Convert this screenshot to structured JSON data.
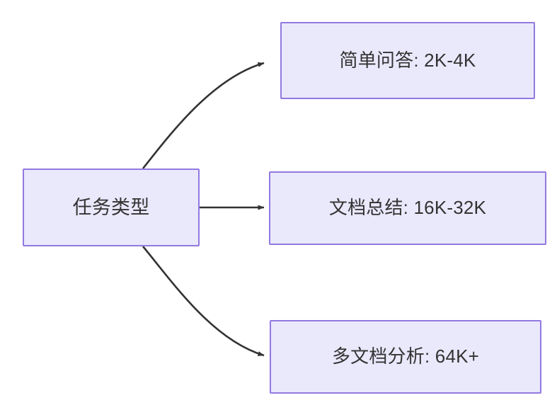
{
  "diagram": {
    "type": "flowchart",
    "direction": "left-to-right",
    "background_color": "#ffffff",
    "node_fill_color": "#eae8fb",
    "node_border_color": "#9179e0",
    "node_text_color": "#333333",
    "edge_color": "#333333",
    "nodes": [
      {
        "id": "source",
        "label": "任务类型",
        "role": "root"
      },
      {
        "id": "simple-qa",
        "label": "简单问答: 2K-4K",
        "role": "leaf"
      },
      {
        "id": "doc-summary",
        "label": "文档总结: 16K-32K",
        "role": "leaf"
      },
      {
        "id": "multi-doc",
        "label": "多文档分析: 64K+",
        "role": "leaf"
      }
    ],
    "edges": [
      {
        "id": "edge-source-simple-qa",
        "from": "source",
        "to": "simple-qa",
        "shape": "curved",
        "arrowhead": "solid-triangle"
      },
      {
        "id": "edge-source-doc-summary",
        "from": "source",
        "to": "doc-summary",
        "shape": "straight",
        "arrowhead": "solid-triangle"
      },
      {
        "id": "edge-source-multi-doc",
        "from": "source",
        "to": "multi-doc",
        "shape": "curved",
        "arrowhead": "solid-triangle"
      }
    ]
  }
}
